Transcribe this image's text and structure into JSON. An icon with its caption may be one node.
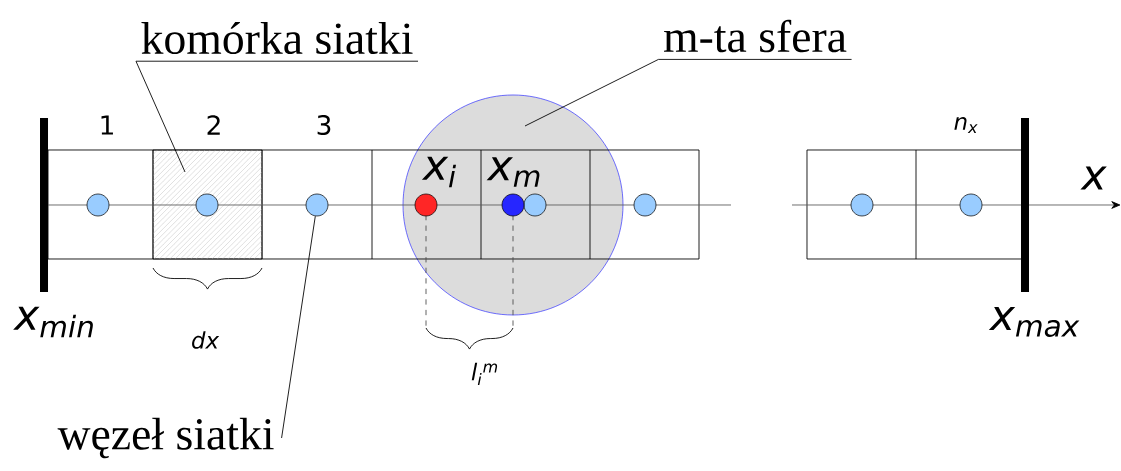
{
  "diagram": {
    "nodes": [
      {
        "text": [
          "komórka siatki"
        ]
      },
      {
        "text": [],
        "shape": "box"
      },
      {
        "text": [
          "m-ta sfera"
        ]
      },
      {
        "text": [],
        "shape": "circle"
      },
      {
        "text": [
          "węzeł siatki"
        ]
      },
      {
        "text": [],
        "shape": "circle"
      }
    ],
    "edges": [
      {
        "from": 0,
        "to": 1,
        "arrow": "none"
      },
      {
        "from": 2,
        "to": 3,
        "arrow": "none"
      },
      {
        "from": 4,
        "to": 5,
        "arrow": "none"
      }
    ],
    "labels": [
      "1",
      "2",
      "3",
      "n$_{x}$",
      "x$_{i}$",
      "x$_{m}$",
      "x",
      "x$_{min}$",
      "x$_{max}$",
      "dx",
      "l$_{i}$$^{m}$"
    ]
  }
}
